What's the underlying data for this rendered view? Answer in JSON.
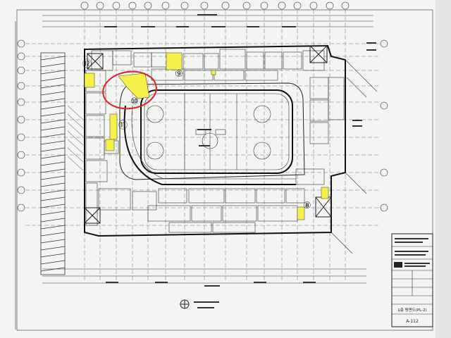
{
  "colors": {
    "paper": "#f4f4f2",
    "ink": "#222222",
    "highlight": "#f6f14a",
    "annotation": "#e0202a"
  },
  "markers": {
    "m8": "⑧",
    "m9": "⑨",
    "m10": "⑩",
    "m11": "⑪",
    "m12": "⑫"
  },
  "drawing": {
    "title_block_caption": "1층 평면도(PL-2)",
    "sheet_number": "A-112"
  }
}
